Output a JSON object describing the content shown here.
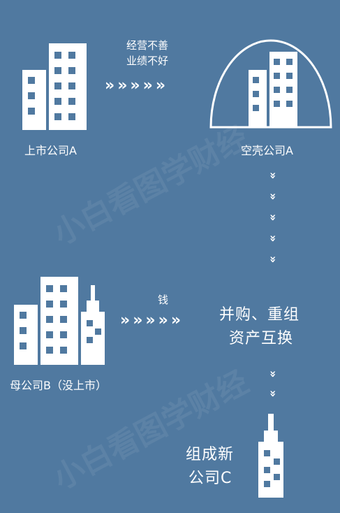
{
  "top_arrow_text": [
    "经营不善",
    "业绩不好"
  ],
  "listed_company_label": "上市公司A",
  "shell_company_label": "空壳公司A",
  "money_label": "钱",
  "parent_company_label": "母公司B（没上市）",
  "merger_text": [
    "并购、重组",
    "资产互换"
  ],
  "new_company_text": [
    "组成新",
    "公司C"
  ],
  "watermark": "小白看图学财经",
  "colors": {
    "background": "#5079a0",
    "foreground": "#ffffff"
  }
}
